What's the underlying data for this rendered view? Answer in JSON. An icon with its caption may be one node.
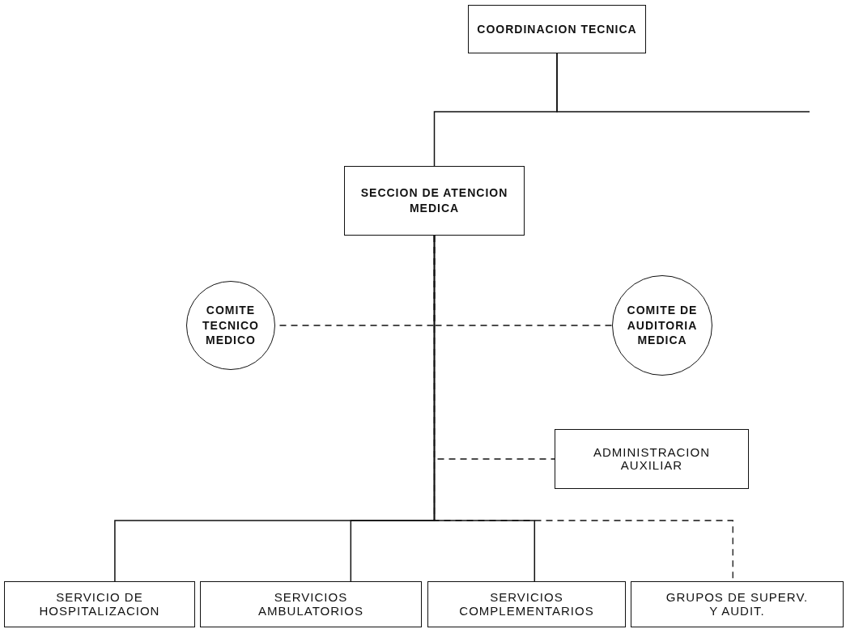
{
  "diagram": {
    "nodes": [
      {
        "text": [
          "COORDINACION TECNICA"
        ]
      },
      {
        "text": [
          "SECCION DE ATENCION MEDICA"
        ]
      },
      {
        "text": [
          "COMITE TECNICO MEDICO"
        ]
      },
      {
        "text": [
          "COMITE DE AUDITORIA MEDICA"
        ]
      },
      {
        "text": [
          "ADMINISTRACION AUXILIAR"
        ]
      },
      {
        "text": [
          "SERVICIO DE HOSPITALIZACION"
        ]
      },
      {
        "text": [
          "SERVICIOS AMBULATORIOS"
        ]
      },
      {
        "text": [
          "SERVICIOS COMPLEMENTARIOS"
        ]
      },
      {
        "text": [
          "GRUPOS DE SUPERV. Y AUDIT."
        ]
      }
    ],
    "edges": [
      {
        "from": 0,
        "to": 1,
        "arrow": "none"
      },
      {
        "from": 0,
        "to": null,
        "arrow": "none"
      },
      {
        "from": 1,
        "to": 2,
        "arrow": "none",
        "style": "dashed"
      },
      {
        "from": 1,
        "to": 3,
        "arrow": "none",
        "style": "dashed"
      },
      {
        "from": 1,
        "to": 4,
        "arrow": "none",
        "style": "dashed"
      },
      {
        "from": 1,
        "to": 5,
        "arrow": "none"
      },
      {
        "from": 1,
        "to": 6,
        "arrow": "none"
      },
      {
        "from": 1,
        "to": 7,
        "arrow": "none"
      },
      {
        "from": 1,
        "to": 8,
        "arrow": "none",
        "style": "dashed"
      }
    ]
  }
}
